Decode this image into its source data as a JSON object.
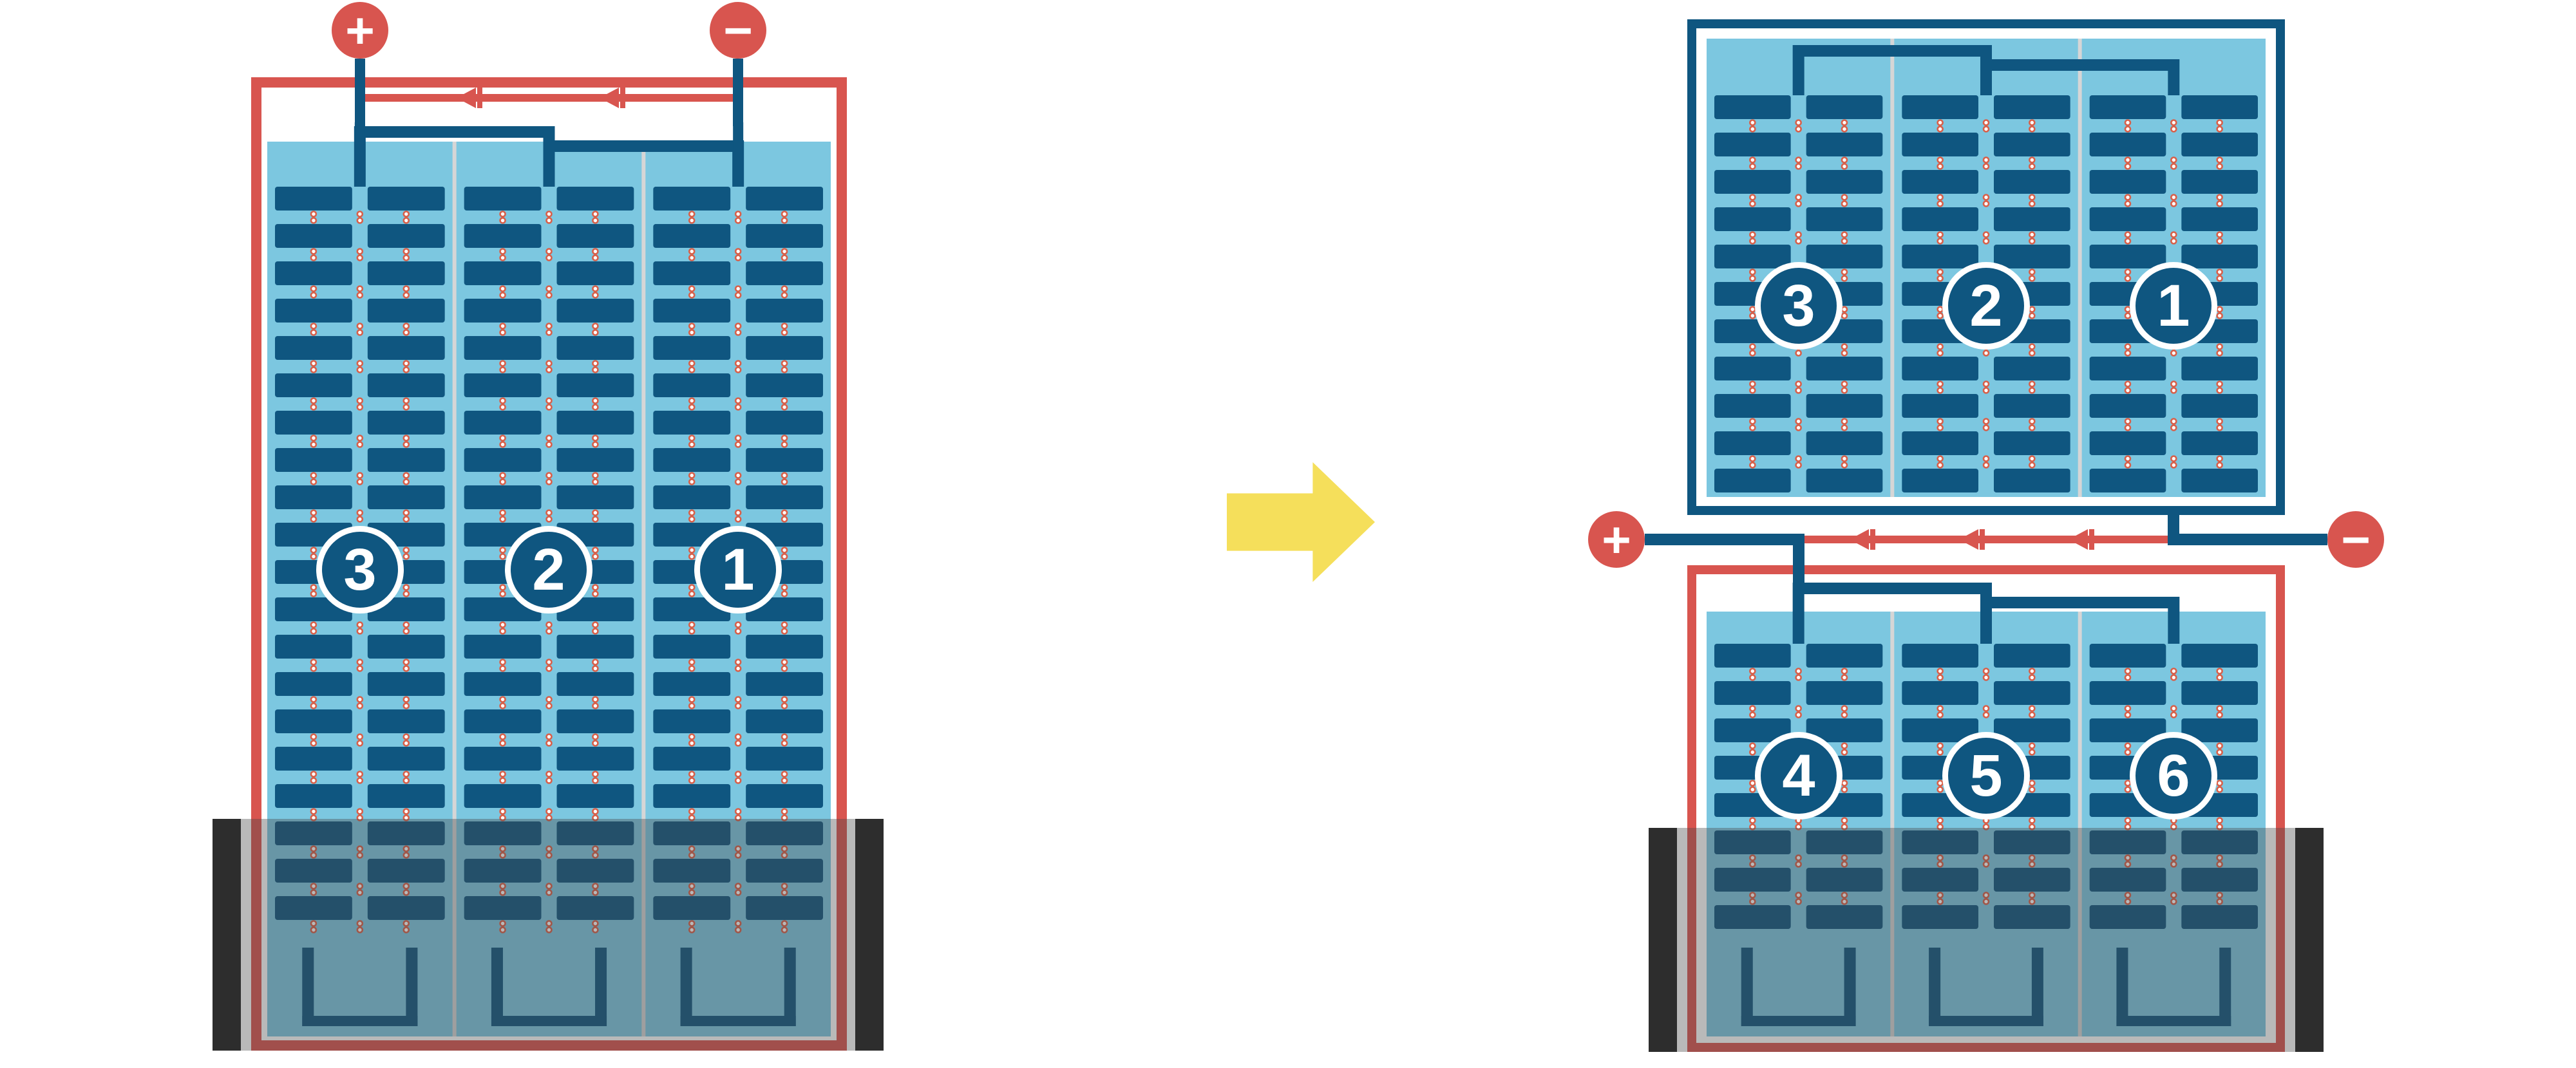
{
  "colors": {
    "red": "#D8554F",
    "dark_blue": "#0F5680",
    "light_blue": "#7CC7E0",
    "separator_gray": "#D6D6D6",
    "dot_ring": "#D8604A",
    "yellow": "#F5DF5B",
    "clamp_dark": "#2D2D2D"
  },
  "left_assembly": {
    "positive_label": "+",
    "negative_label": "−",
    "cells": [
      {
        "label": "3"
      },
      {
        "label": "2"
      },
      {
        "label": "1"
      }
    ]
  },
  "right_assembly": {
    "positive_label": "+",
    "negative_label": "−",
    "top_unit": {
      "cells": [
        {
          "label": "3"
        },
        {
          "label": "2"
        },
        {
          "label": "1"
        }
      ]
    },
    "bottom_unit": {
      "cells": [
        {
          "label": "4"
        },
        {
          "label": "5"
        },
        {
          "label": "6"
        }
      ]
    }
  }
}
